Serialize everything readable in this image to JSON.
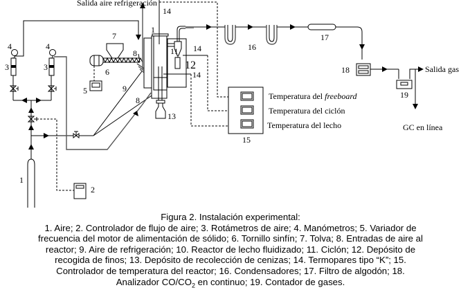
{
  "diagram": {
    "top_label": "Salida aire refrigeración",
    "numbers": {
      "n1_aire": "1",
      "n1_reactor": "1",
      "n2": "2",
      "n3a": "3",
      "n3b": "3",
      "n4a": "4",
      "n4b": "4",
      "n5": "5",
      "n6": "6",
      "n7": "7",
      "n8a": "8",
      "n8b": "8",
      "n9": "9",
      "n11": "11",
      "n12": "12",
      "n13": "13",
      "n14a": "14",
      "n14b": "14",
      "n14c": "14",
      "n15": "15",
      "n16": "16",
      "n17": "17",
      "n18": "18",
      "n19": "19"
    },
    "temperature_labels": {
      "freeboard_prefix": "Temperatura del ",
      "freeboard_italic": "freeboard",
      "ciclon": "Temperatura del ciclón",
      "lecho": "Temperatura del lecho"
    },
    "outlet_labels": {
      "salida_gas": "Salida gas",
      "gc_en_linea": "GC en línea"
    }
  },
  "caption": {
    "title": "Figura 2. Instalación experimental:",
    "lines": [
      "1. Aire; 2. Controlador de flujo de aire; 3. Rotámetros de aire; 4. Manómetros; 5. Variador de",
      "frecuencia del motor de alimentación de sólido; 6. Tornillo sinfín; 7. Tolva; 8. Entradas de aire al",
      "reactor; 9. Aire de refrigeración; 10. Reactor de lecho fluidizado; 11. Ciclón; 12. Depósito de",
      "recogida de finos; 13. Depósito de recolección de cenizas; 14. Termopares tipo “K”; 15.",
      "Controlador de temperatura del reactor; 16. Condensadores; 17. Filtro de algodón; 18."
    ],
    "last_line_prefix": "Analizador CO/CO",
    "last_line_sub": "2",
    "last_line_suffix": " en continuo; 19. Contador de gases."
  }
}
